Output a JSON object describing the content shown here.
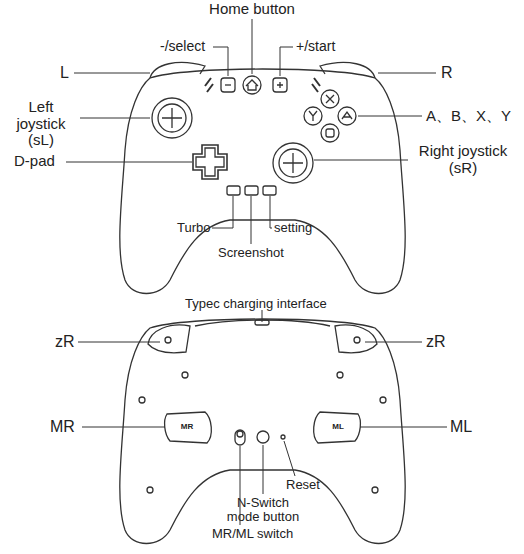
{
  "diagram": {
    "labels": [
      "Home button",
      "-/select",
      "+/start",
      "L",
      "R",
      "Left joystick (sL)",
      "A、B、X、Y",
      "D-pad",
      "Right joystick (sR)",
      "Turbo",
      "Screenshot",
      "setting",
      "Typec charging interface",
      "zR",
      "zR",
      "MR",
      "MR",
      "ML",
      "ML",
      "Reset",
      "N-Switch mode button",
      "MR/ML switch"
    ]
  }
}
